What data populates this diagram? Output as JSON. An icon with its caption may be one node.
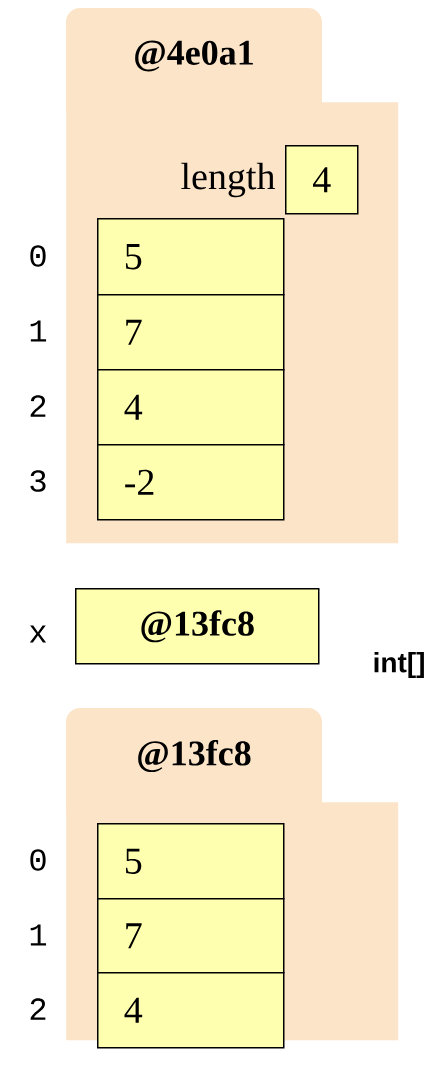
{
  "diagram": {
    "nodes": [
      {
        "text": [
          "@4e0a1"
        ]
      },
      {
        "text": [
          "4"
        ],
        "in": 0,
        "beside": [
          "length"
        ]
      },
      {
        "text": [
          "5"
        ],
        "in": 0,
        "beside": [
          "0"
        ]
      },
      {
        "text": [
          "7"
        ],
        "in": 0,
        "beside": [
          "1"
        ]
      },
      {
        "text": [
          "4"
        ],
        "in": 0,
        "beside": [
          "2"
        ]
      },
      {
        "text": [
          "-2"
        ],
        "in": 0,
        "beside": [
          "3"
        ]
      },
      {
        "text": [
          "@13fc8"
        ],
        "beside": [
          "x"
        ]
      },
      {
        "text": [
          "@13fc8"
        ]
      },
      {
        "text": [
          "5"
        ],
        "in": 7,
        "beside": [
          "0"
        ]
      },
      {
        "text": [
          "7"
        ],
        "in": 7,
        "beside": [
          "1"
        ]
      },
      {
        "text": [
          "4"
        ],
        "in": 7,
        "beside": [
          "2"
        ]
      }
    ],
    "labels": [
      "int[]"
    ]
  }
}
